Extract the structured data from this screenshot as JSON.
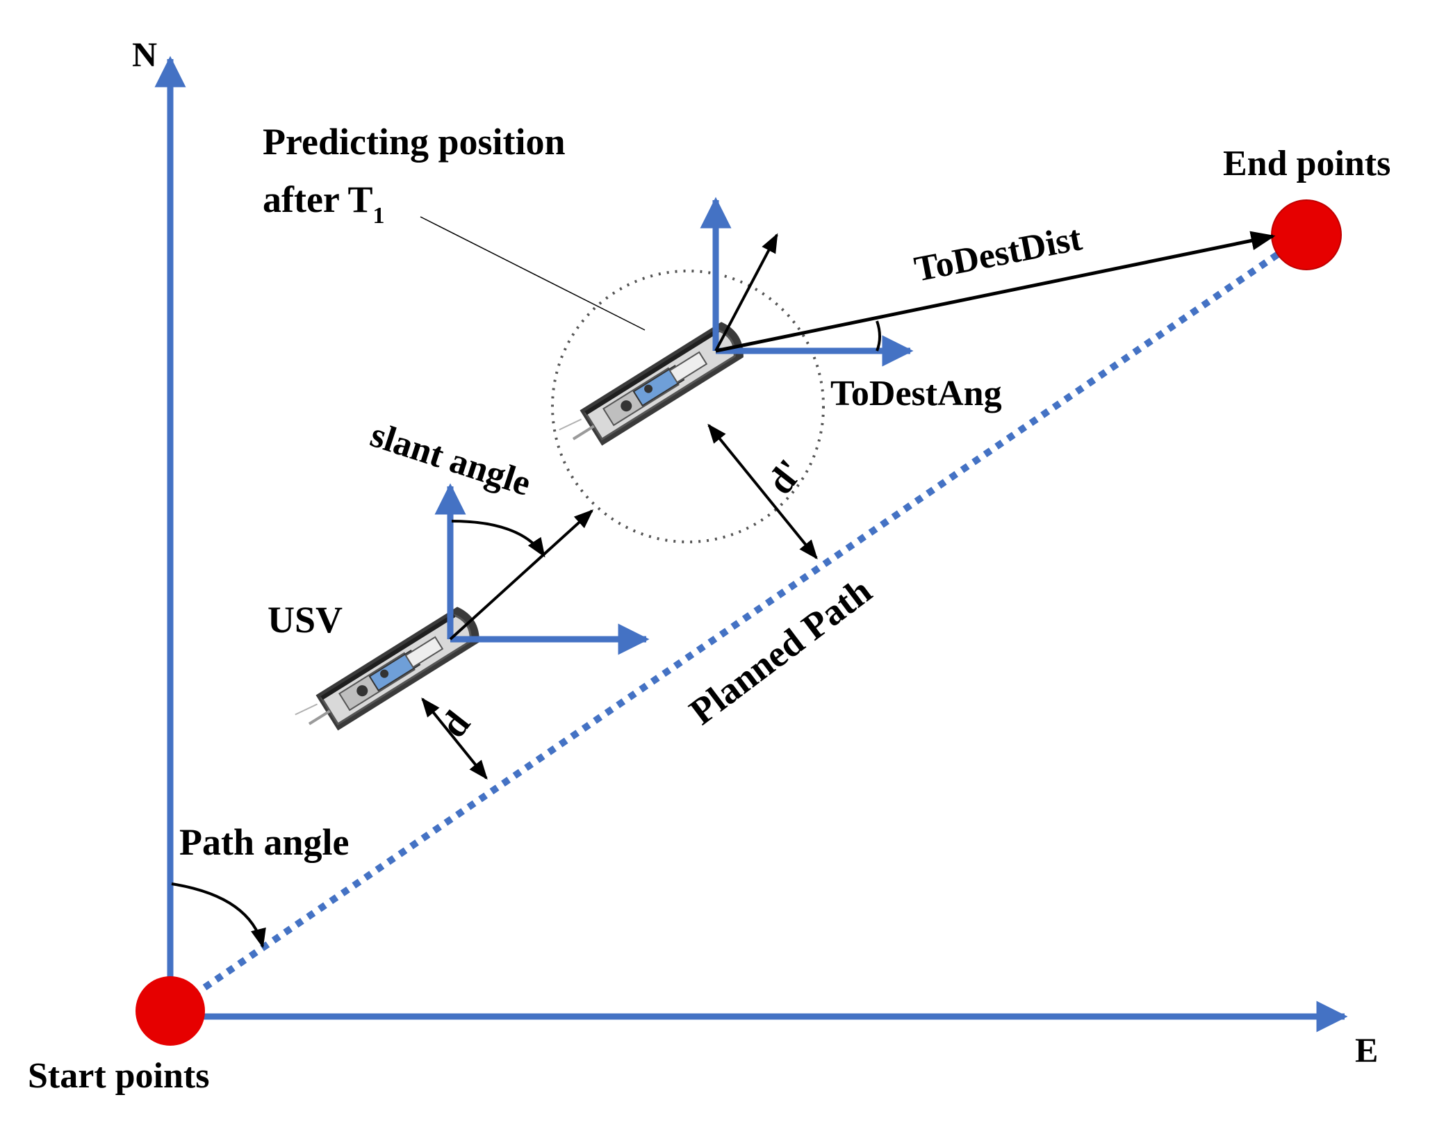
{
  "colors": {
    "axis": "#4472C4",
    "point": "#E60000",
    "arrow": "#000000",
    "circle": "#555555",
    "boat_hull": "#3a3a3a",
    "boat_deck": "#d9d9d9",
    "boat_accent": "#6f9fd8"
  },
  "labels": {
    "north": "N",
    "east": "E",
    "start": "Start points",
    "end": "End points",
    "predict_line1": "Predicting position",
    "predict_line2": "after T",
    "predict_sub": "1",
    "to_dest_dist": "ToDestDist",
    "to_dest_ang": "ToDestAng",
    "slant_angle": "slant angle",
    "usv": "USV",
    "planned_path": "Planned Path",
    "d": "d",
    "d_prime": "d'",
    "path_angle": "Path angle"
  },
  "icons": {
    "boat": "usv-boat-icon"
  }
}
